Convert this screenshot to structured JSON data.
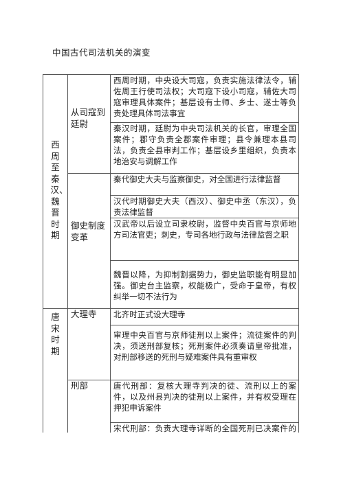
{
  "document": {
    "title": "中国古代司法机关的演变"
  },
  "table": {
    "periods": [
      {
        "name": "西周至秦汉、魏晋时期",
        "institutions": [
          {
            "name": "从司寇到廷尉",
            "entries": [
              "西周时期，中央设大司寇，负责实施法律法令，辅佐周王行使司法权；大司寇下设小司寇，辅佐大司寇审理具体案件；基层设有士师、乡士、遂士等负责处理具体司法事宜",
              "秦汉时期，廷尉为中央司法机关的长官，审理全国案件；郡守负责全郡案件审理；县令兼理本县司法，负责全县审判工作；基层设乡里组织，负责本地治安与调解工作"
            ]
          },
          {
            "name": "御史制度变革",
            "entries": [
              "秦代御史大夫与监察御史，对全国进行法律监督",
              "汉代时期御史大夫（西汉）、御史中丞（东汉），负责法律监督",
              "汉武帝以后设立司隶校尉，监督中央百官与京师地方司法官吏；刺史，专司各地行政与法律监督之职",
              "魏晋以降，为抑制割据势力，御史监职能有明显加强。御史台主监察，权能极广，受命于皇帝，有权纠举一切不法行为"
            ]
          }
        ]
      },
      {
        "name": "唐宋时期",
        "institutions": [
          {
            "name": "大理寺",
            "entries": [
              "北齐时正式设大理寺",
              "审理中央百官与京师徒刑以上案件；流徒案件的判决，须送刑部复核；死刑案件必须奏请皇帝批准，对刑部移送的死刑与疑难案件具有重审权"
            ]
          },
          {
            "name": "刑部",
            "entries": [
              "唐代刑部：复核大理寺判决的徒、流刑以上的案件，以及州县判决的徒刑以上案件，并有权受理在押犯申诉案件",
              "宋代刑部：负责大理寺详断的全国死刑已决案件的复核及官员叙复、昭雪等事。注意："
            ]
          }
        ]
      }
    ]
  }
}
